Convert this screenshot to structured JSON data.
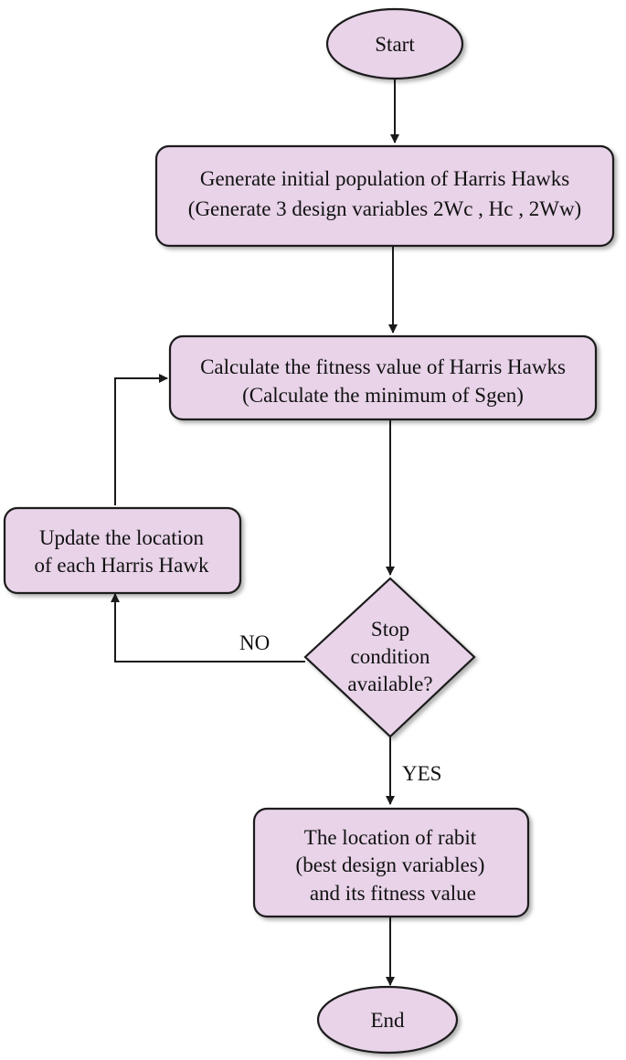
{
  "colors": {
    "node_fill": "#e8d3e8",
    "stroke": "#1a1a1a",
    "background": "#ffffff"
  },
  "nodes": {
    "start": {
      "text": "Start"
    },
    "generate": {
      "lines": [
        "Generate initial population of Harris Hawks",
        "(Generate 3 design variables 2Wc , Hc , 2Ww)"
      ]
    },
    "calculate": {
      "lines": [
        "Calculate the fitness value of Harris Hawks",
        "(Calculate the minimum of Sgen)"
      ]
    },
    "update": {
      "lines": [
        "Update the location",
        "of each Harris Hawk"
      ]
    },
    "decision": {
      "lines": [
        "Stop",
        "condition",
        "available?"
      ]
    },
    "result": {
      "lines": [
        "The location of rabit",
        "(best design variables)",
        " and its fitness value"
      ]
    },
    "end": {
      "text": "End"
    }
  },
  "edge_labels": {
    "no": "NO",
    "yes": "YES"
  }
}
